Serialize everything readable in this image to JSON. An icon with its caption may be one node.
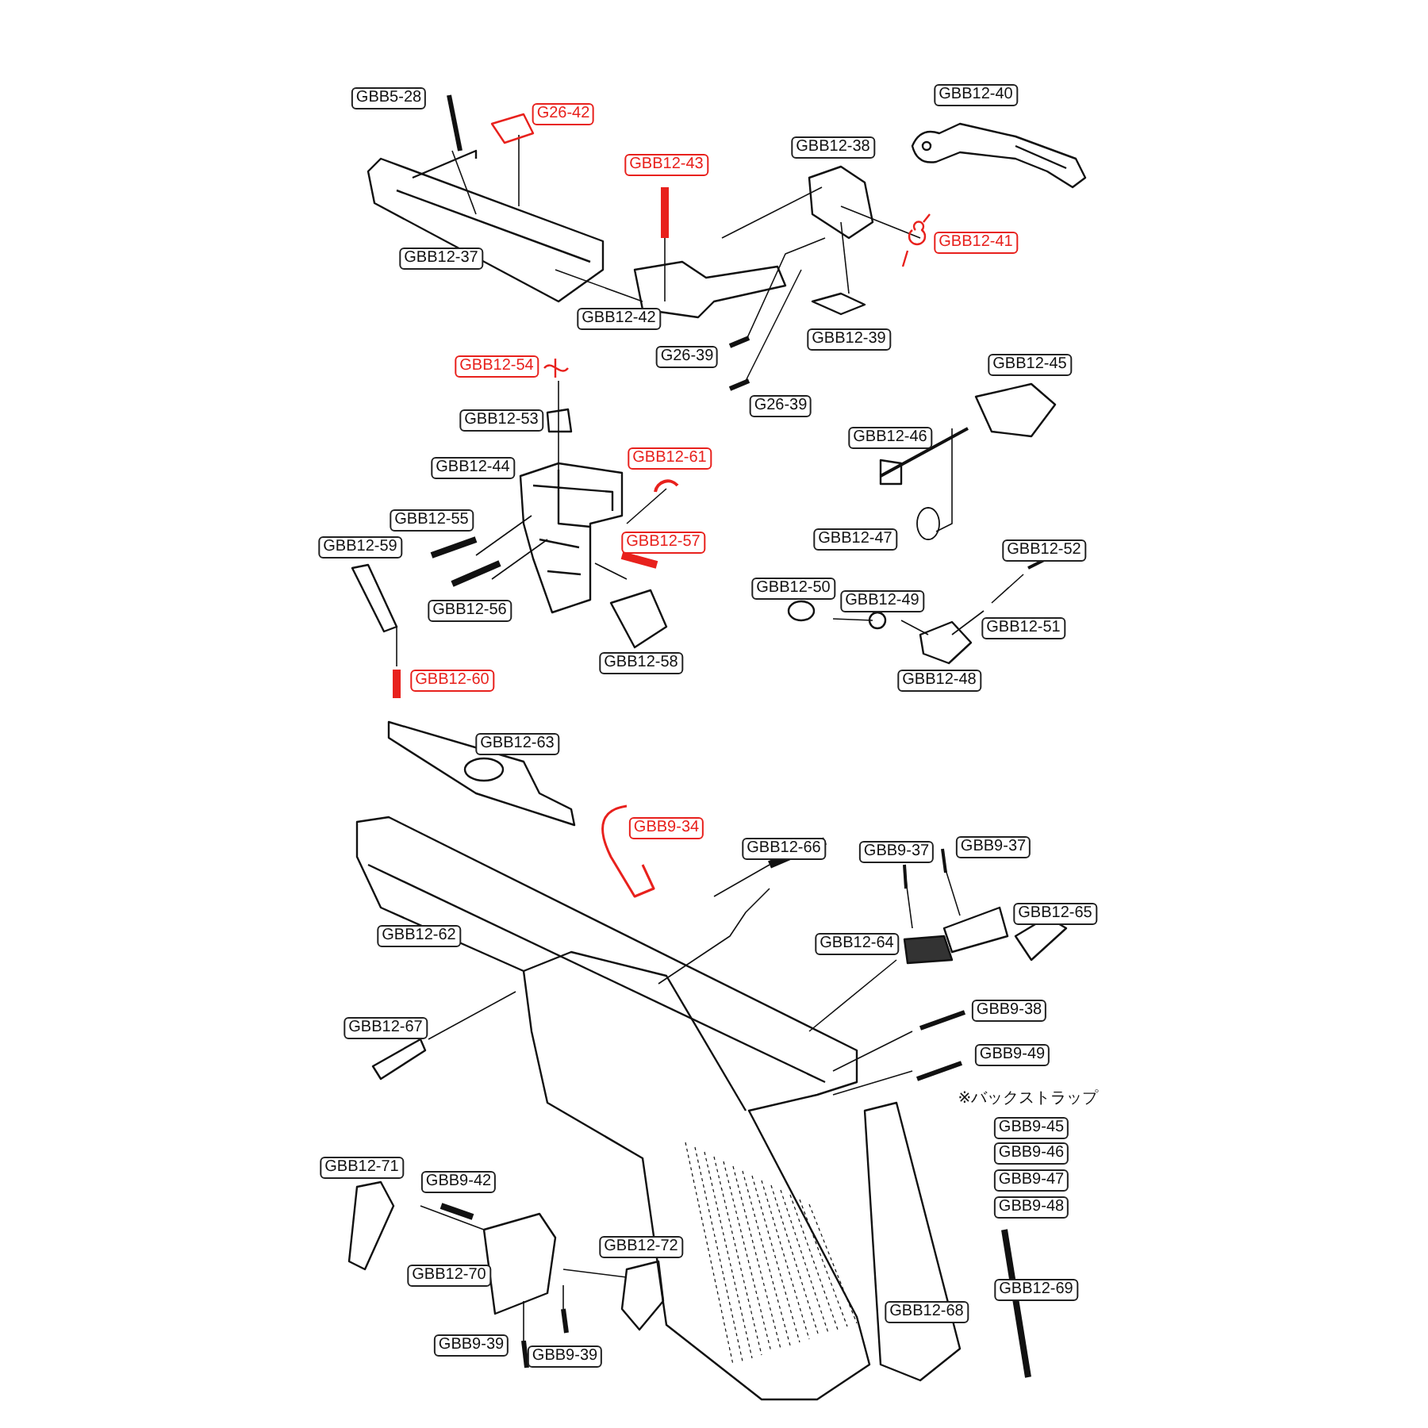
{
  "diagram": {
    "nodes": [
      {
        "text": [
          "GBB5-28"
        ]
      },
      {
        "text": [
          "G26-42"
        ]
      },
      {
        "text": [
          "GBB12-40"
        ]
      },
      {
        "text": [
          "GBB12-43"
        ]
      },
      {
        "text": [
          "GBB12-38"
        ]
      },
      {
        "text": [
          "GBB12-41"
        ]
      },
      {
        "text": [
          "GBB12-37"
        ]
      },
      {
        "text": [
          "GBB12-42"
        ]
      },
      {
        "text": [
          "G26-39"
        ]
      },
      {
        "text": [
          "GBB12-39"
        ]
      },
      {
        "text": [
          "GBB12-54"
        ]
      },
      {
        "text": [
          "G26-39"
        ]
      },
      {
        "text": [
          "GBB12-45"
        ]
      },
      {
        "text": [
          "GBB12-53"
        ]
      },
      {
        "text": [
          "GBB12-46"
        ]
      },
      {
        "text": [
          "GBB12-44"
        ]
      },
      {
        "text": [
          "GBB12-61"
        ]
      },
      {
        "text": [
          "GBB12-55"
        ]
      },
      {
        "text": [
          "GBB12-57"
        ]
      },
      {
        "text": [
          "GBB12-47"
        ]
      },
      {
        "text": [
          "GBB12-59"
        ]
      },
      {
        "text": [
          "GBB12-52"
        ]
      },
      {
        "text": [
          "GBB12-56"
        ]
      },
      {
        "text": [
          "GBB12-50"
        ]
      },
      {
        "text": [
          "GBB12-49"
        ]
      },
      {
        "text": [
          "GBB12-51"
        ]
      },
      {
        "text": [
          "GBB12-58"
        ]
      },
      {
        "text": [
          "GBB12-48"
        ]
      },
      {
        "text": [
          "GBB12-60"
        ]
      },
      {
        "text": [
          "GBB12-63"
        ]
      },
      {
        "text": [
          "GBB9-34"
        ]
      },
      {
        "text": [
          "GBB12-66"
        ]
      },
      {
        "text": [
          "GBB9-37"
        ]
      },
      {
        "text": [
          "GBB9-37"
        ]
      },
      {
        "text": [
          "GBB12-65"
        ]
      },
      {
        "text": [
          "GBB12-62"
        ]
      },
      {
        "text": [
          "GBB12-64"
        ]
      },
      {
        "text": [
          "GBB9-38"
        ]
      },
      {
        "text": [
          "GBB12-67"
        ]
      },
      {
        "text": [
          "GBB9-49"
        ]
      },
      {
        "text": [
          "GBB9-45"
        ]
      },
      {
        "text": [
          "GBB9-46"
        ]
      },
      {
        "text": [
          "GBB9-47"
        ]
      },
      {
        "text": [
          "GBB9-48"
        ]
      },
      {
        "text": [
          "GBB12-71"
        ]
      },
      {
        "text": [
          "GBB9-42"
        ]
      },
      {
        "text": [
          "GBB12-72"
        ]
      },
      {
        "text": [
          "GBB12-70"
        ]
      },
      {
        "text": [
          "GBB12-68"
        ]
      },
      {
        "text": [
          "GBB12-69"
        ]
      },
      {
        "text": [
          "GBB9-39"
        ]
      },
      {
        "text": [
          "GBB9-39"
        ]
      }
    ],
    "labels": [
      "※バックストラップ"
    ]
  }
}
